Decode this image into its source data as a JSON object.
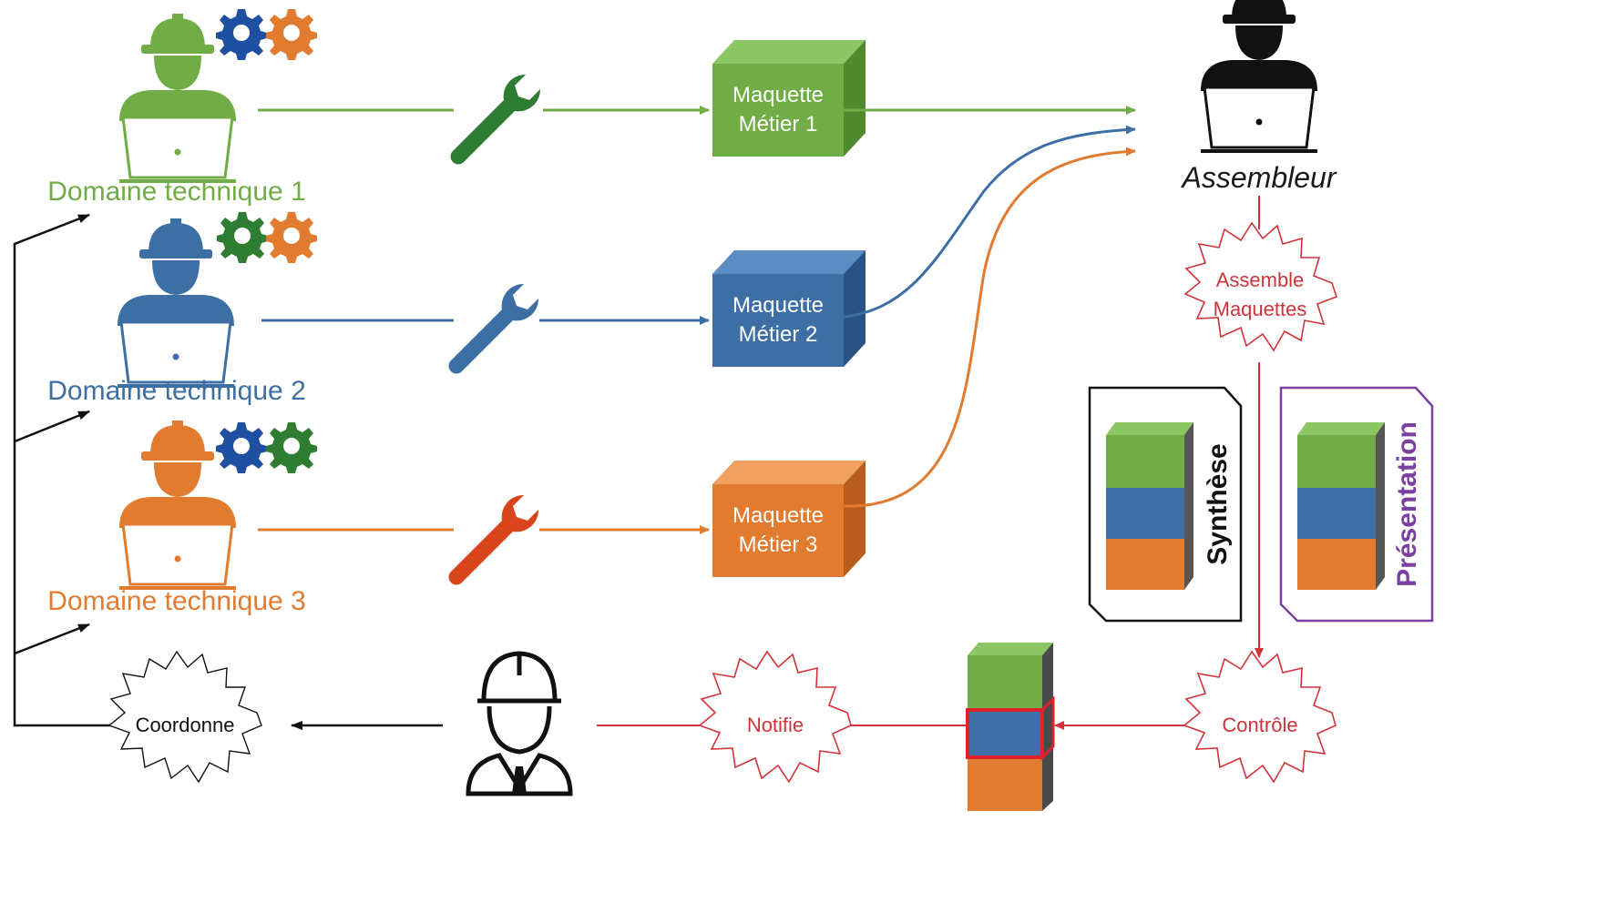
{
  "domains": [
    {
      "label": "Domaine technique 1",
      "color": "#70ad47"
    },
    {
      "label": "Domaine technique 2",
      "color": "#3d6fa5"
    },
    {
      "label": "Domaine technique 3",
      "color": "#e07b30"
    }
  ],
  "models": [
    {
      "line1": "Maquette",
      "line2": "Métier 1",
      "color": "#70ad47"
    },
    {
      "line1": "Maquette",
      "line2": "Métier 2",
      "color": "#3d6fa5"
    },
    {
      "line1": "Maquette",
      "line2": "Métier 3",
      "color": "#e07b30"
    }
  ],
  "assembleur": {
    "label": "Assembleur"
  },
  "steps": {
    "assemble_line1": "Assemble",
    "assemble_line2": "Maquettes",
    "controle": "Contrôle",
    "notifie": "Notifie",
    "coordonne": "Coordonne"
  },
  "panels": {
    "synthese": "Synthèse",
    "presentation": "Présentation"
  },
  "colors": {
    "green": "#70ad47",
    "dark_green": "#2e7d32",
    "blue": "#3d6fa5",
    "dark_blue": "#1f4fa0",
    "orange": "#e07b30",
    "red_orange": "#d9441c",
    "red": "#d0343a",
    "purple": "#7a3fa0",
    "black": "#111111"
  }
}
